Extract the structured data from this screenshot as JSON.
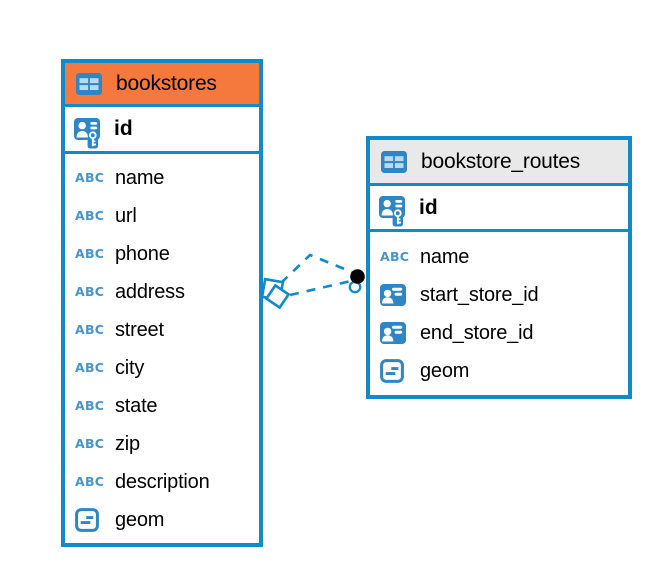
{
  "diagram": {
    "tables": [
      {
        "name": "bookstores",
        "primary_key": {
          "name": "id",
          "type_icon": "primary-key"
        },
        "columns": [
          {
            "name": "name",
            "type_icon": "text"
          },
          {
            "name": "url",
            "type_icon": "text"
          },
          {
            "name": "phone",
            "type_icon": "text"
          },
          {
            "name": "address",
            "type_icon": "text"
          },
          {
            "name": "street",
            "type_icon": "text"
          },
          {
            "name": "city",
            "type_icon": "text"
          },
          {
            "name": "state",
            "type_icon": "text"
          },
          {
            "name": "zip",
            "type_icon": "text"
          },
          {
            "name": "description",
            "type_icon": "text"
          },
          {
            "name": "geom",
            "type_icon": "geometry"
          }
        ]
      },
      {
        "name": "bookstore_routes",
        "primary_key": {
          "name": "id",
          "type_icon": "primary-key"
        },
        "columns": [
          {
            "name": "name",
            "type_icon": "text"
          },
          {
            "name": "start_store_id",
            "type_icon": "reference"
          },
          {
            "name": "end_store_id",
            "type_icon": "reference"
          },
          {
            "name": "geom",
            "type_icon": "geometry"
          }
        ]
      }
    ],
    "relationship": {
      "from_table": "bookstores",
      "to_table": "bookstore_routes",
      "line_style": "dashed",
      "line_count": 2,
      "from_marker": "stacked-diamonds",
      "to_marker": "dot-and-ring"
    }
  },
  "icons": {
    "text_type_glyph": "ABC"
  },
  "colors": {
    "canvas_bg": "#ffffff",
    "table_border": "#118aca",
    "bookstores_header_bg": "#f5793d",
    "routes_header_bg": "#e9e9e9",
    "icon_blue": "#2e86c4",
    "icon_cell_blue": "#b9d9f0",
    "text_type_blue": "#4a94cc",
    "relationship_line": "#118aca",
    "relationship_dot": "#000000",
    "text_color": "#000000"
  }
}
